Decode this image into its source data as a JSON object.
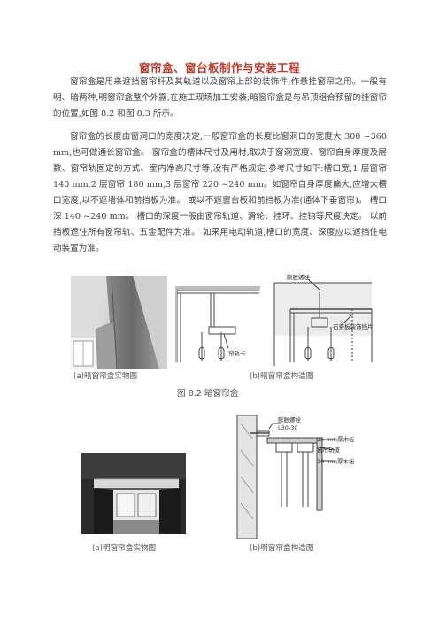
{
  "title": "窗帘盒、窗台板制作与安装工程",
  "paragraphs": [
    "窗帘盒是用来遮挡窗帘杆及其轨道以及窗帘上部的装饰件,作悬挂窗帘之用。一般有明、暗两种,明窗帘盒整个外露,在施工现场加工安装;暗窗帘盒是与吊顶组合预留的挂窗帘的位置,如图 8.2 和图 8.3 所示。",
    "窗帘盒的长度由窗洞口的宽度决定,一般窗帘盒的长度比窗洞口的宽度大 300 ~360 mm,也可做通长窗帘盒。 窗帘盒的槽体尺寸及用材,取决于窗洞宽度、窗帘自身厚度及层数、窗帘轨固定的方式、室内净高尺寸等,没有严格规定,参考尺寸如下:槽口宽,1 层窗帘 140 mm,2 层窗帘 180 mm,3 层窗帘 220 ~240 mm。如窗帘自身厚度偏大,应增大槽口宽度,以不遮墙体和前挡板为准。 或以不遮窗台板和前挡板为准(通体下垂窗帘)。 槽口深 140 ~240 mm。 槽口的深度一般由窗帘轨道、滑轮、挂环、挂钩等尺度决定。 以前挡板遮住所有窗帘轨、五金配件为准。 如采用电动轨道,槽口的宽度、深度应以遮挡住电动装置为准。"
  ],
  "figure1": {
    "caption_a": "(a)暗窗帘盒实物图",
    "caption_b": "(b)暗窗帘盒构造图",
    "number": "图 8.2   暗窗帘盒",
    "labels": {
      "bolt": "膨胀螺栓",
      "gypsum": "石膏板装饰挡片",
      "track": "帘轨卡"
    }
  },
  "figure2": {
    "caption_a": "(a)明窗帘盒实物图",
    "caption_b": "(b)明窗帘盒构造图",
    "labels": {
      "bolt": "膨胀螺栓",
      "angle": "L30-30",
      "board15": "15 mm厚木板",
      "rail": "窗帘轨道",
      "board10": "10 mm厚木板"
    }
  },
  "colors": {
    "title": "#c0392b",
    "text": "#3f3f3f",
    "line": "#444444"
  }
}
